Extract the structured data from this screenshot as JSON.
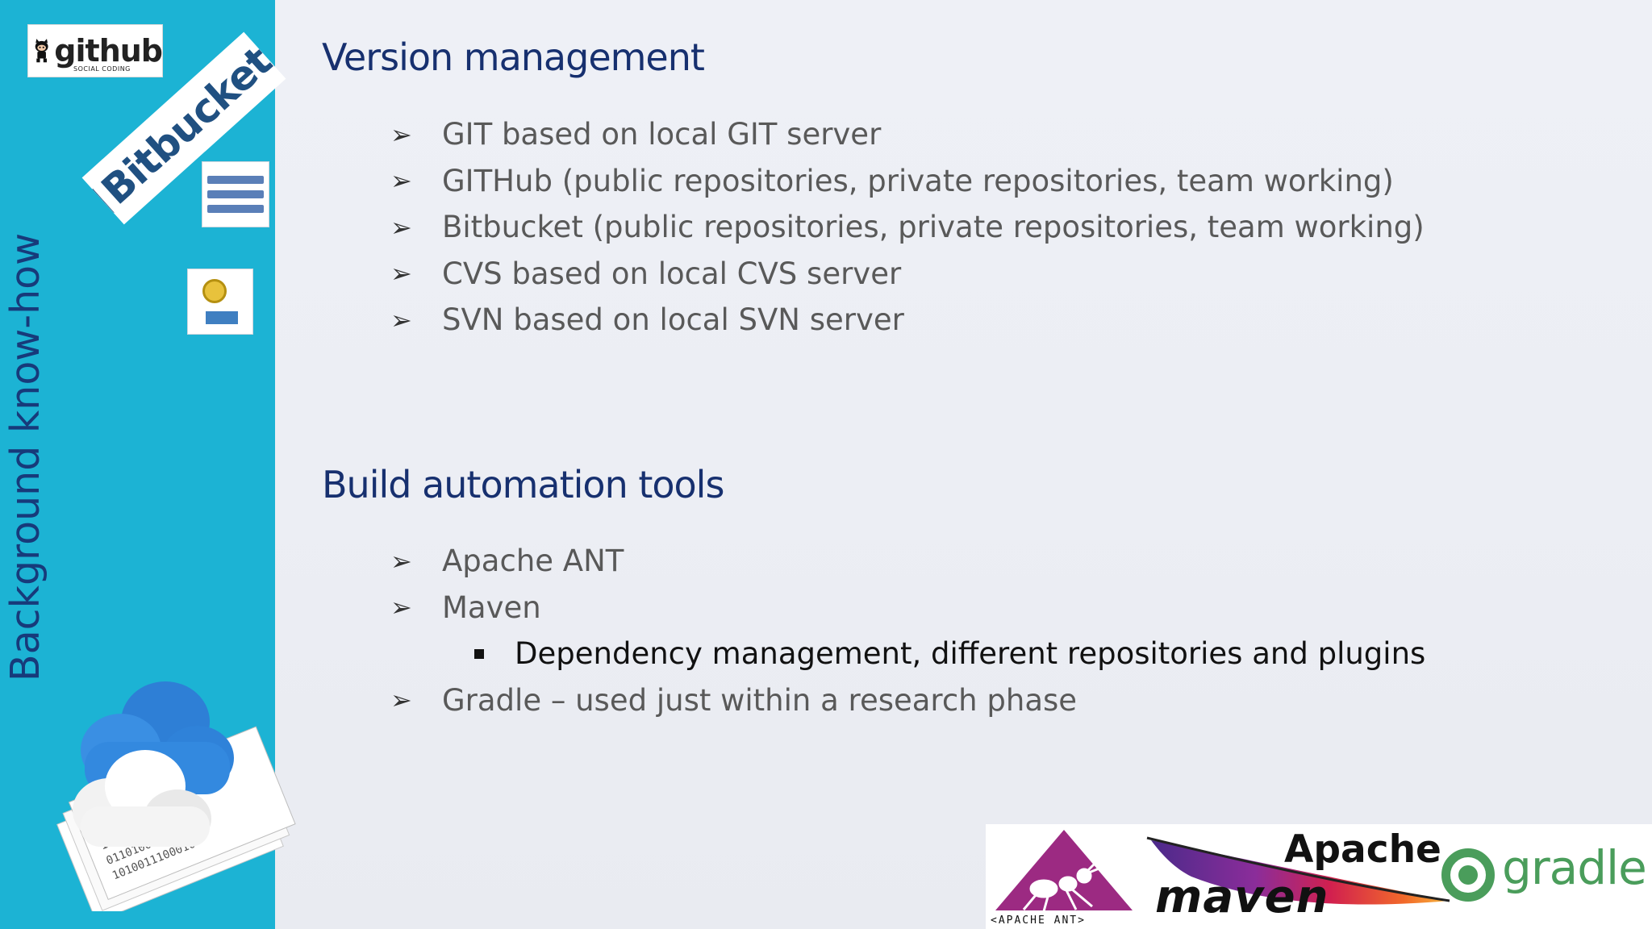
{
  "sidebar": {
    "title": "Background know-how",
    "logos": {
      "github": "github",
      "github_tagline": "SOCIAL CODING",
      "bitbucket": "Bitbucket"
    }
  },
  "sections": [
    {
      "heading": "Version management",
      "items": [
        {
          "level": 1,
          "text": "GIT based on local GIT server"
        },
        {
          "level": 1,
          "text": "GITHub (public repositories, private repositories, team working)"
        },
        {
          "level": 1,
          "text": "Bitbucket (public repositories, private repositories, team working)"
        },
        {
          "level": 1,
          "text": "CVS based on local CVS server"
        },
        {
          "level": 1,
          "text": "SVN based on local SVN server"
        }
      ]
    },
    {
      "heading": "Build automation tools",
      "items": [
        {
          "level": 1,
          "text": "Apache ANT"
        },
        {
          "level": 1,
          "text": "Maven"
        },
        {
          "level": 2,
          "text": "Dependency management, different repositories and plugins"
        },
        {
          "level": 1,
          "text": "Gradle – used just within a research phase"
        }
      ]
    }
  ],
  "logos": {
    "ant_caption": "<APACHE ANT>",
    "apache": "Apache",
    "maven": "maven",
    "gradle": "gradle"
  },
  "bullet_glyphs": {
    "level1": "➢",
    "level2": "■"
  },
  "colors": {
    "sidebar": "#1cb3d4",
    "heading": "#17306f",
    "body_text": "#595959",
    "gradle_green": "#4a9d5b",
    "bitbucket_blue": "#205081",
    "ant_magenta": "#9c2a82"
  }
}
